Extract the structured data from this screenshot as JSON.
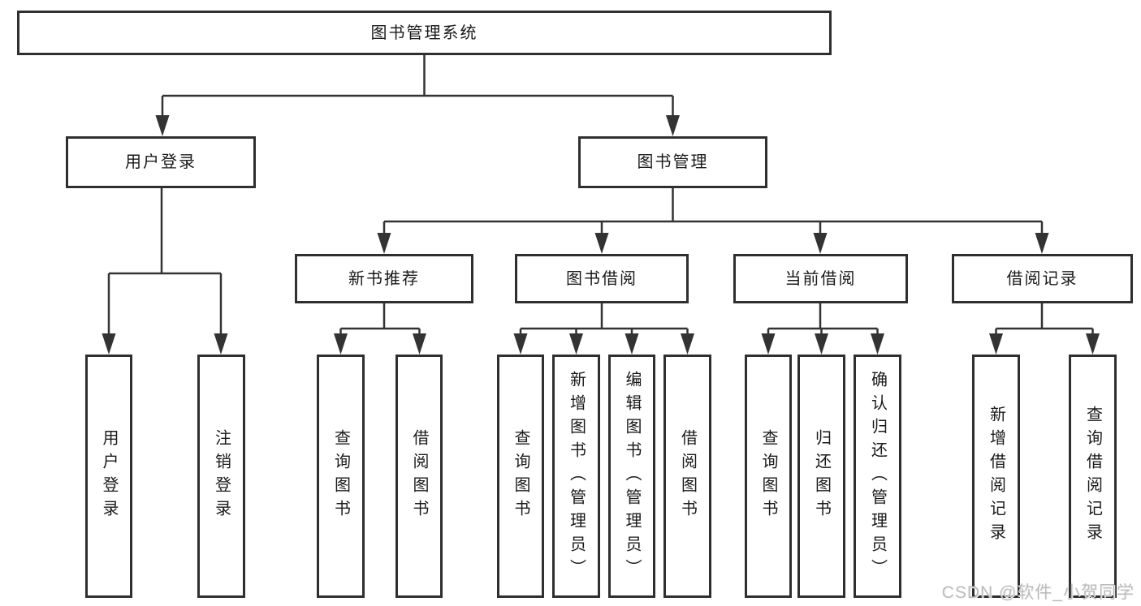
{
  "title": {
    "label": "图书管理系统"
  },
  "level2": [
    {
      "label": "用户登录"
    },
    {
      "label": "图书管理"
    }
  ],
  "level3": [
    {
      "label": "新书推荐"
    },
    {
      "label": "图书借阅"
    },
    {
      "label": "当前借阅"
    },
    {
      "label": "借阅记录"
    }
  ],
  "leaves": {
    "user_login": [
      "用户登录",
      "注销登录"
    ],
    "new_books": [
      "查询图书",
      "借阅图书"
    ],
    "borrow": [
      "查询图书",
      "新增图书（管理员）",
      "编辑图书（管理员）",
      "借阅图书"
    ],
    "current": [
      "查询图书",
      "归还图书",
      "确认归还（管理员）"
    ],
    "records": [
      "新增借阅记录",
      "查询借阅记录"
    ]
  },
  "watermark": "CSDN @软件_小贺同学",
  "colors": {
    "line": "#333333",
    "border": "#2f2f2f",
    "text": "#1a1a1a",
    "watermark": "#bcbcbc",
    "background": "#ffffff"
  }
}
